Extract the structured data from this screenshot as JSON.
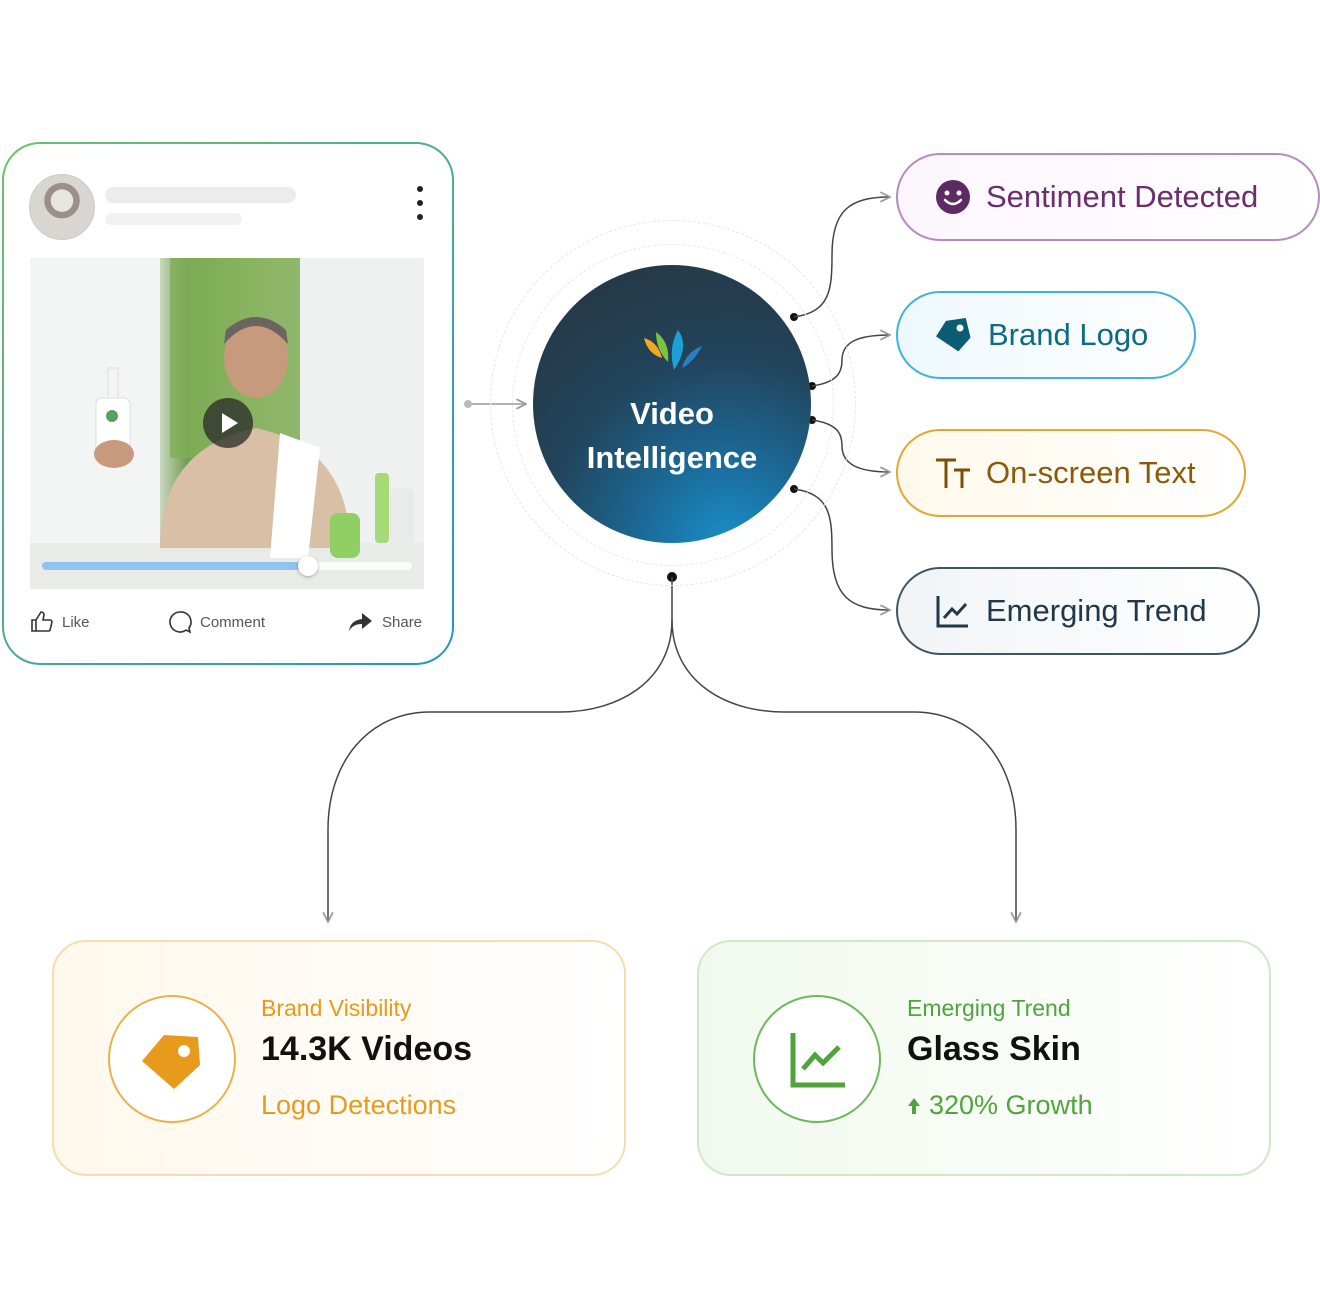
{
  "post": {
    "actions": [
      {
        "label": "Like",
        "icon": "thumbs-up-icon"
      },
      {
        "label": "Comment",
        "icon": "comment-bubble-icon"
      },
      {
        "label": "Share",
        "icon": "share-arrow-icon"
      }
    ],
    "video_progress": 0.72
  },
  "center": {
    "line1": "Video",
    "line2": "Intelligence",
    "logo_colors": [
      "#f5a623",
      "#7cc242",
      "#1ba0d8",
      "#2a7fc2"
    ]
  },
  "detections": [
    {
      "label": "Sentiment Detected",
      "icon": "smiley-face-icon",
      "color": "#6b2d6e"
    },
    {
      "label": "Brand Logo",
      "icon": "tag-icon",
      "color": "#0d6b86"
    },
    {
      "label": "On-screen Text",
      "icon": "text-size-icon",
      "color": "#8a5a0a"
    },
    {
      "label": "Emerging Trend",
      "icon": "trend-chart-icon",
      "color": "#21384a"
    }
  ],
  "results": [
    {
      "category": "Brand Visibility",
      "title": "14.3K Videos",
      "subtitle": "Logo Detections",
      "icon": "tag-icon",
      "color": "#e79a1c"
    },
    {
      "category": "Emerging Trend",
      "title": "Glass Skin",
      "subtitle": "320% Growth",
      "icon": "trend-chart-icon",
      "color": "#4fa53c"
    }
  ]
}
